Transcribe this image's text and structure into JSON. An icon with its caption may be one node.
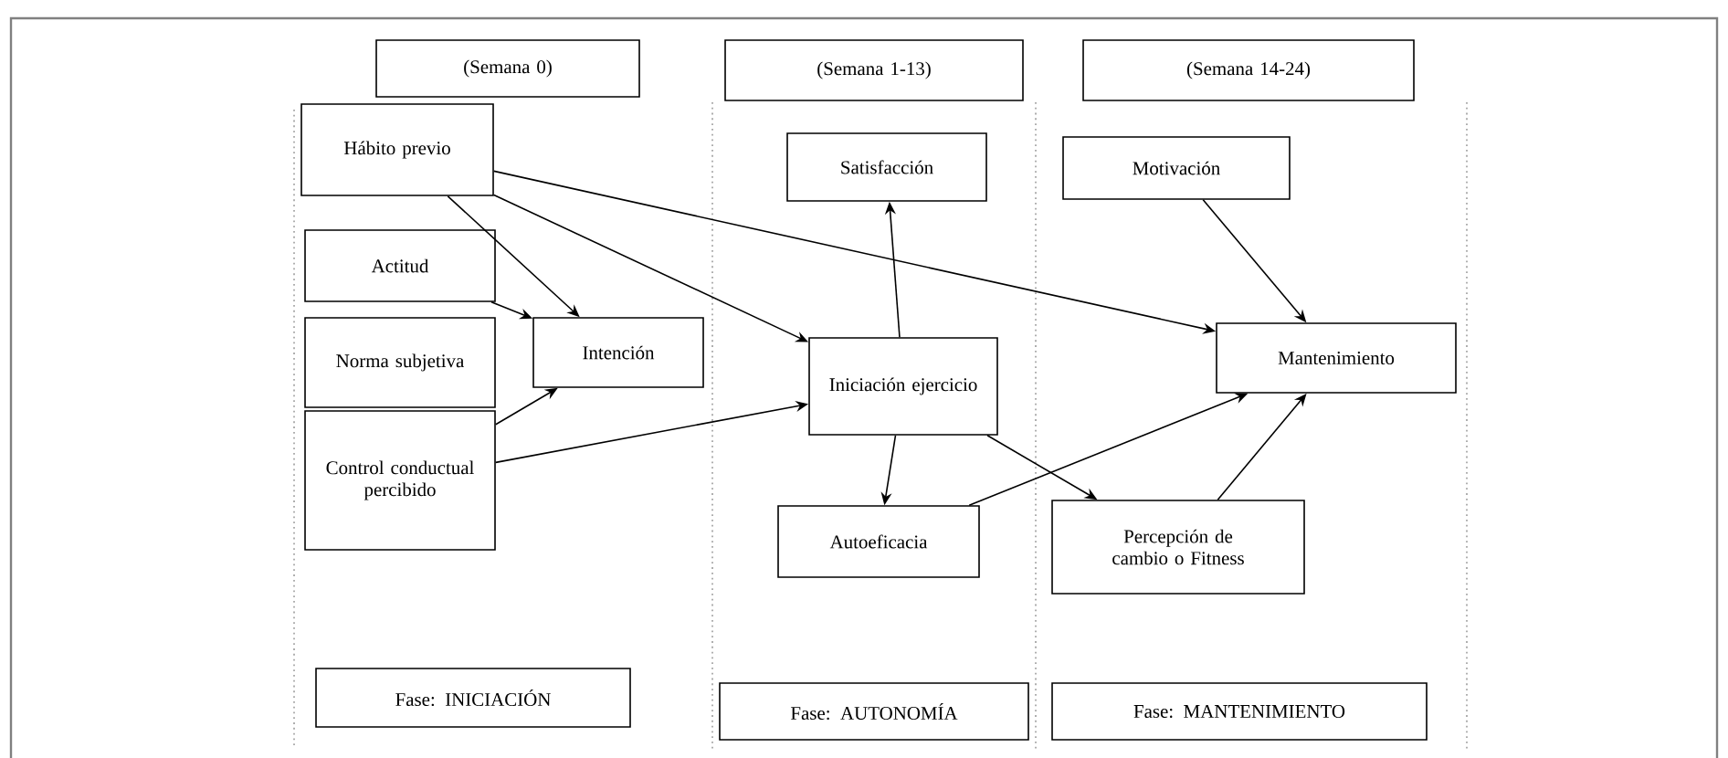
{
  "diagram": {
    "nodes": [
      {
        "text": [
          "(Semana 0)"
        ]
      },
      {
        "text": [
          "(Semana 1-13)"
        ]
      },
      {
        "text": [
          "(Semana 14-24)"
        ]
      },
      {
        "text": [
          "Hábito previo"
        ]
      },
      {
        "text": [
          "Actitud"
        ]
      },
      {
        "text": [
          "Norma subjetiva"
        ]
      },
      {
        "text": [
          "Control conductual percibido"
        ]
      },
      {
        "text": [
          "Intención"
        ]
      },
      {
        "text": [
          "Satisfacción"
        ]
      },
      {
        "text": [
          "Motivación"
        ]
      },
      {
        "text": [
          "Iniciación ejercicio"
        ]
      },
      {
        "text": [
          "Mantenimiento"
        ]
      },
      {
        "text": [
          "Autoeficacia"
        ]
      },
      {
        "text": [
          "Percepción de cambio o Fitness"
        ]
      },
      {
        "text": [
          "Fase: INICIACIÓN"
        ]
      },
      {
        "text": [
          "Fase: AUTONOMÍA"
        ]
      },
      {
        "text": [
          "Fase: MANTENIMIENTO"
        ]
      }
    ],
    "edges": [
      {
        "from": 3,
        "to": 7,
        "arrow": "to"
      },
      {
        "from": 3,
        "to": 10,
        "arrow": "to"
      },
      {
        "from": 3,
        "to": 11,
        "arrow": "to"
      },
      {
        "from": 4,
        "to": 7,
        "arrow": "to"
      },
      {
        "from": 6,
        "to": 7,
        "arrow": "to"
      },
      {
        "from": 6,
        "to": 10,
        "arrow": "to"
      },
      {
        "from": 10,
        "to": 8,
        "arrow": "to"
      },
      {
        "from": 10,
        "to": 12,
        "arrow": "to"
      },
      {
        "from": 12,
        "to": 11,
        "arrow": "to"
      },
      {
        "from": 10,
        "to": 13,
        "arrow": "to"
      },
      {
        "from": 9,
        "to": 11,
        "arrow": "to"
      },
      {
        "from": 13,
        "to": 11,
        "arrow": "to"
      }
    ]
  }
}
